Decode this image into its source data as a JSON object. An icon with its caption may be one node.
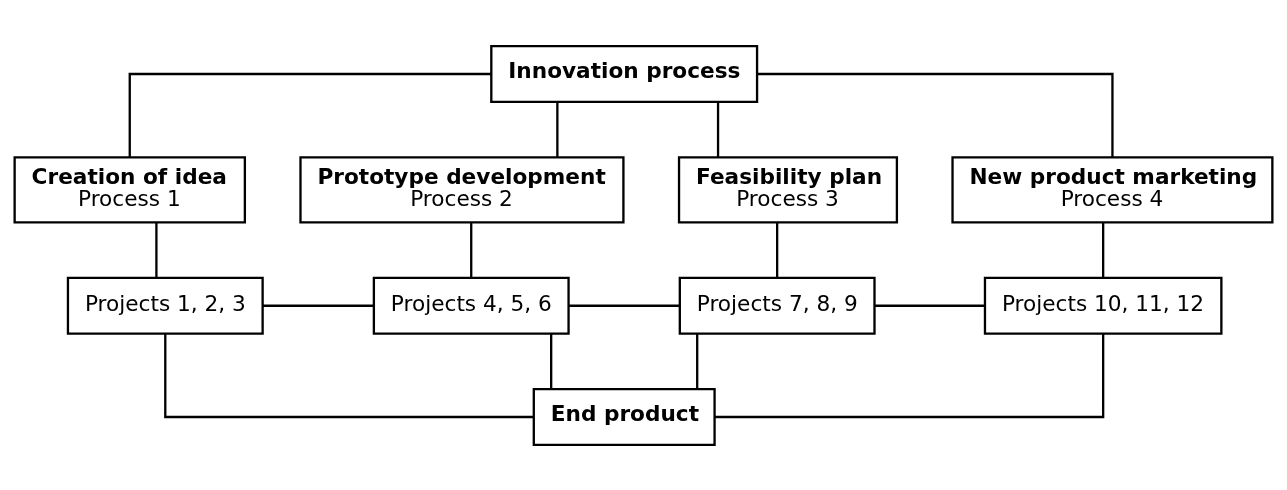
{
  "diagram": {
    "nodes": [
      {
        "text": [
          "Innovation process"
        ]
      },
      {
        "text": [
          "Creation of idea",
          "Process 1"
        ]
      },
      {
        "text": [
          "Prototype development",
          "Process 2"
        ]
      },
      {
        "text": [
          "Feasibility plan",
          "Process 3"
        ]
      },
      {
        "text": [
          "New product marketing",
          "Process 4"
        ]
      },
      {
        "text": [
          "Projects 1, 2, 3"
        ]
      },
      {
        "text": [
          "Projects 4, 5, 6"
        ]
      },
      {
        "text": [
          "Projects 7, 8, 9"
        ]
      },
      {
        "text": [
          "Projects 10, 11, 12"
        ]
      },
      {
        "text": [
          "End product"
        ]
      }
    ],
    "edges": [
      {
        "from": 0,
        "to": 1,
        "arrow": "none"
      },
      {
        "from": 0,
        "to": 2,
        "arrow": "none"
      },
      {
        "from": 0,
        "to": 3,
        "arrow": "none"
      },
      {
        "from": 0,
        "to": 4,
        "arrow": "none"
      },
      {
        "from": 1,
        "to": 5,
        "arrow": "none"
      },
      {
        "from": 2,
        "to": 6,
        "arrow": "none"
      },
      {
        "from": 3,
        "to": 7,
        "arrow": "none"
      },
      {
        "from": 4,
        "to": 8,
        "arrow": "none"
      },
      {
        "from": 5,
        "to": 6,
        "arrow": "none"
      },
      {
        "from": 6,
        "to": 7,
        "arrow": "none"
      },
      {
        "from": 7,
        "to": 8,
        "arrow": "none"
      },
      {
        "from": 5,
        "to": 9,
        "arrow": "none"
      },
      {
        "from": 6,
        "to": 9,
        "arrow": "none"
      },
      {
        "from": 7,
        "to": 9,
        "arrow": "none"
      },
      {
        "from": 8,
        "to": 9,
        "arrow": "none"
      }
    ]
  }
}
